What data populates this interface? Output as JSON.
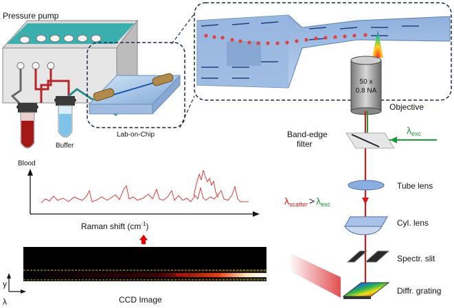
{
  "labels": {
    "pressure_pump": "Pressure pump",
    "blood": "Blood",
    "buffer": "Buffer",
    "lab_on_chip": "Lab-on-Chip",
    "objective_line1": "50 x",
    "objective_line2": "0.8 NA",
    "objective": "Objective",
    "band_edge_line1": "Band-edge",
    "band_edge_line2": "filter",
    "lambda": "λ",
    "exc": "exc",
    "scatter": "scatter",
    "gt": ">",
    "tube_lens": "Tube lens",
    "cyl_lens": "Cyl. lens",
    "spectr_slit": "Spectr. slit",
    "diffr_grating": "Diffr. grating",
    "raman_shift": "Raman shift (cm",
    "raman_sup": "-1",
    "raman_close": ")",
    "ccd_image": "CCD Image",
    "axis_y": "y",
    "axis_lambda": "λ"
  },
  "colors": {
    "excitation": "#1a9a3a",
    "scatter": "#d7191c",
    "chip": "#a8c8ea",
    "spectrum": "#e03a3a"
  },
  "icons": [
    "pressure-pump-icon",
    "blood-tube-icon",
    "buffer-tube-icon",
    "lab-on-chip-icon",
    "objective-icon",
    "filter-icon",
    "tube-lens-icon",
    "cyl-lens-icon",
    "slit-icon",
    "grating-icon",
    "arrow-up-icon"
  ]
}
